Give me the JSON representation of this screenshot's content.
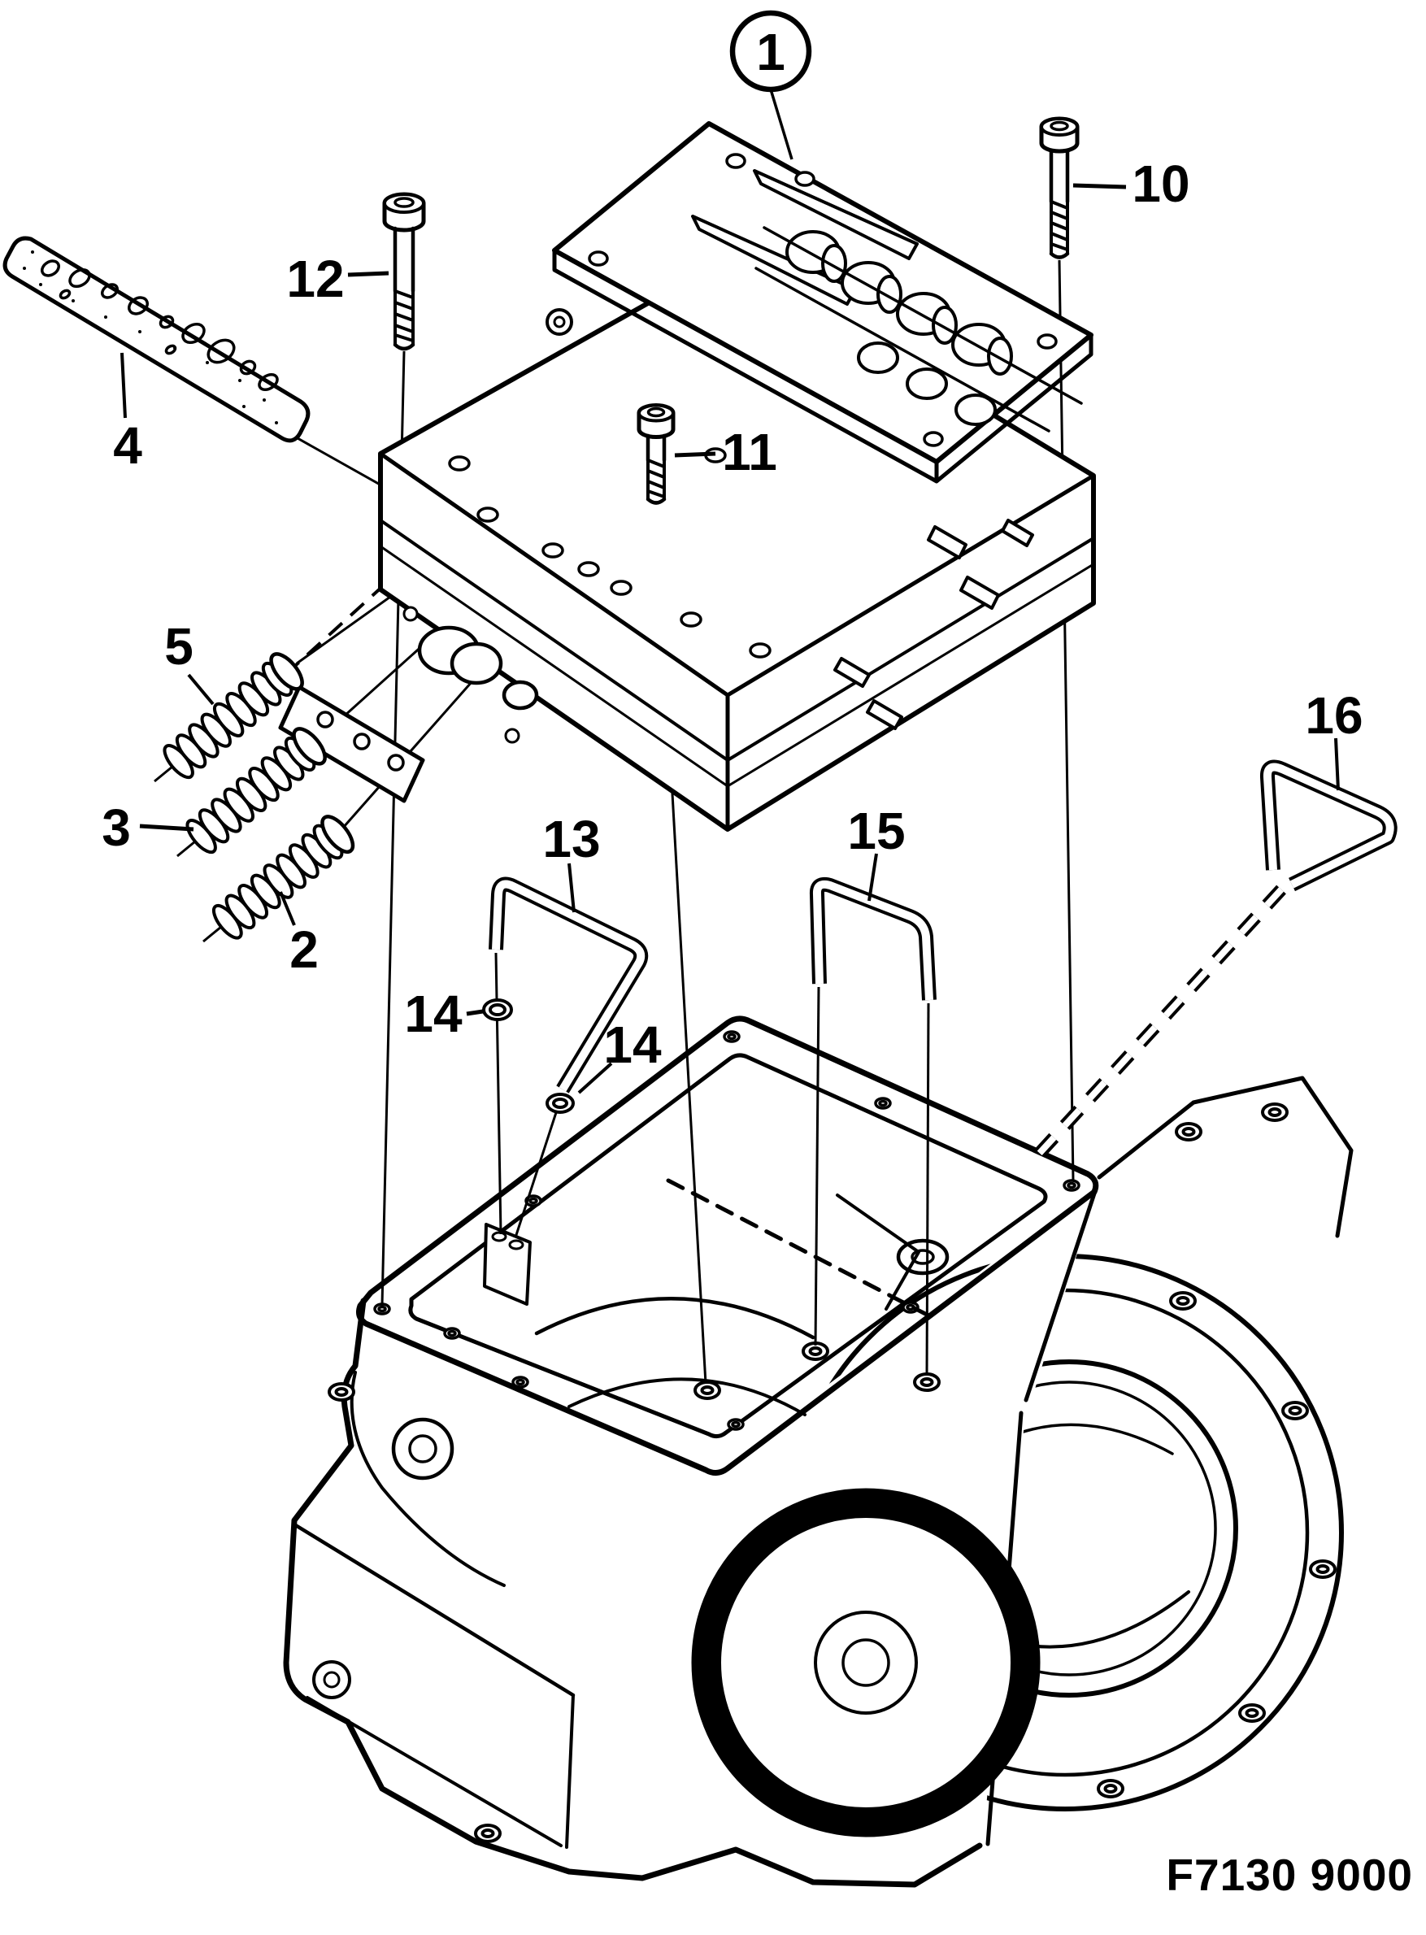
{
  "figure": {
    "code": "F7130 9000"
  },
  "callouts": {
    "c1": {
      "label": "1"
    },
    "c2": {
      "label": "2"
    },
    "c3": {
      "label": "3"
    },
    "c4": {
      "label": "4"
    },
    "c5": {
      "label": "5"
    },
    "c10": {
      "label": "10"
    },
    "c11": {
      "label": "11"
    },
    "c12": {
      "label": "12"
    },
    "c13": {
      "label": "13"
    },
    "c14a": {
      "label": "14"
    },
    "c14b": {
      "label": "14"
    },
    "c15": {
      "label": "15"
    },
    "c16": {
      "label": "16"
    }
  },
  "colors": {
    "ink": "#000000",
    "paper": "#ffffff"
  }
}
